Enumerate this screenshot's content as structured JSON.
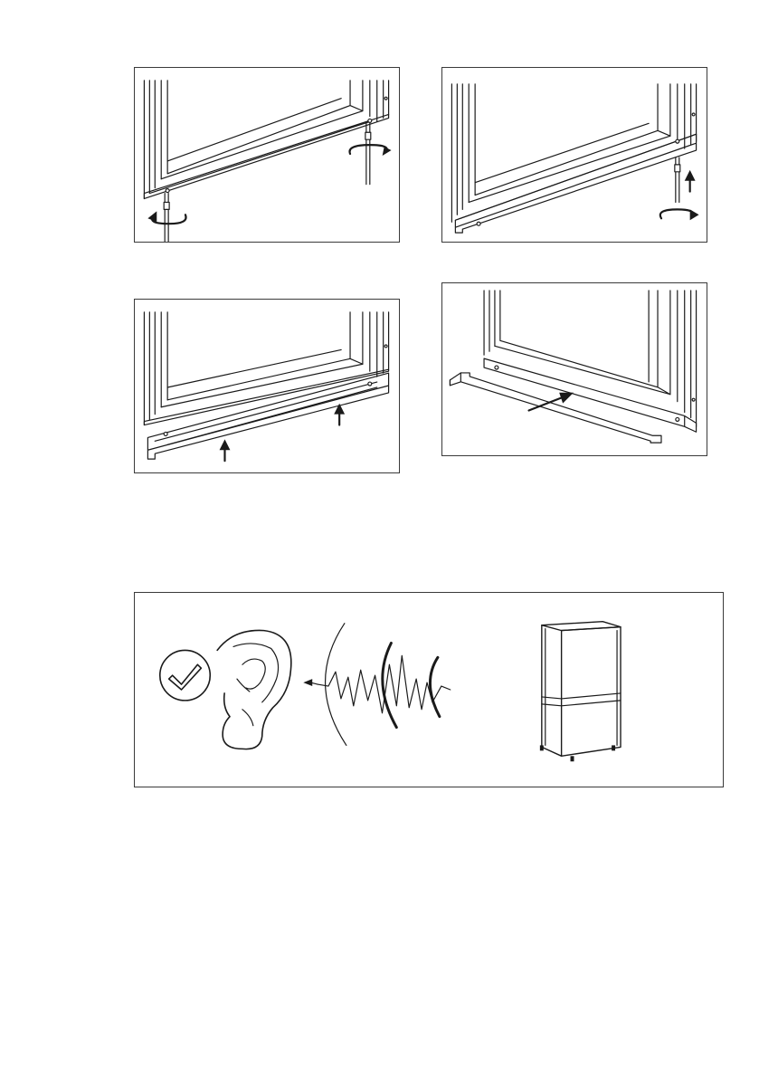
{
  "figures": [
    {
      "id": "step-1",
      "icons": [
        "door-bottom-frame-icon",
        "screwdriver-icon",
        "rotate-arrow-icon"
      ]
    },
    {
      "id": "step-2",
      "icons": [
        "door-bottom-frame-icon",
        "screwdriver-icon",
        "up-arrow-icon",
        "rotate-arrow-icon"
      ]
    },
    {
      "id": "step-3",
      "icons": [
        "door-bottom-frame-icon",
        "up-arrow-icon"
      ]
    },
    {
      "id": "step-4",
      "icons": [
        "door-bottom-frame-icon",
        "push-arrow-icon"
      ]
    },
    {
      "id": "noise-check",
      "icons": [
        "check-circle-icon",
        "ear-icon",
        "sound-wave-icon",
        "fridge-icon"
      ]
    }
  ],
  "colors": {
    "line": "#1a1a1a",
    "border": "#3a3a3a",
    "background": "#ffffff"
  }
}
